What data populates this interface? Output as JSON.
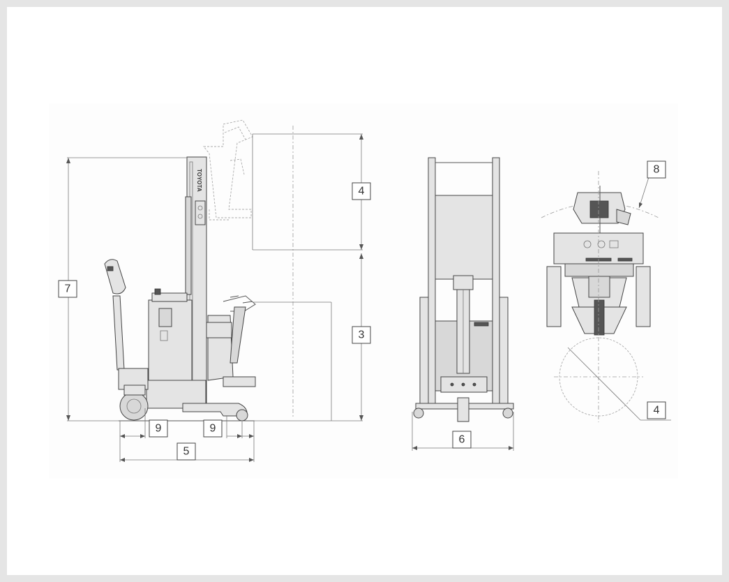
{
  "brand": "TOYOTA",
  "dimension_labels": {
    "d3": "3",
    "d4_top": "4",
    "d4_circle": "4",
    "d5": "5",
    "d6": "6",
    "d7": "7",
    "d8": "8",
    "d9_left": "9",
    "d9_right": "9"
  }
}
